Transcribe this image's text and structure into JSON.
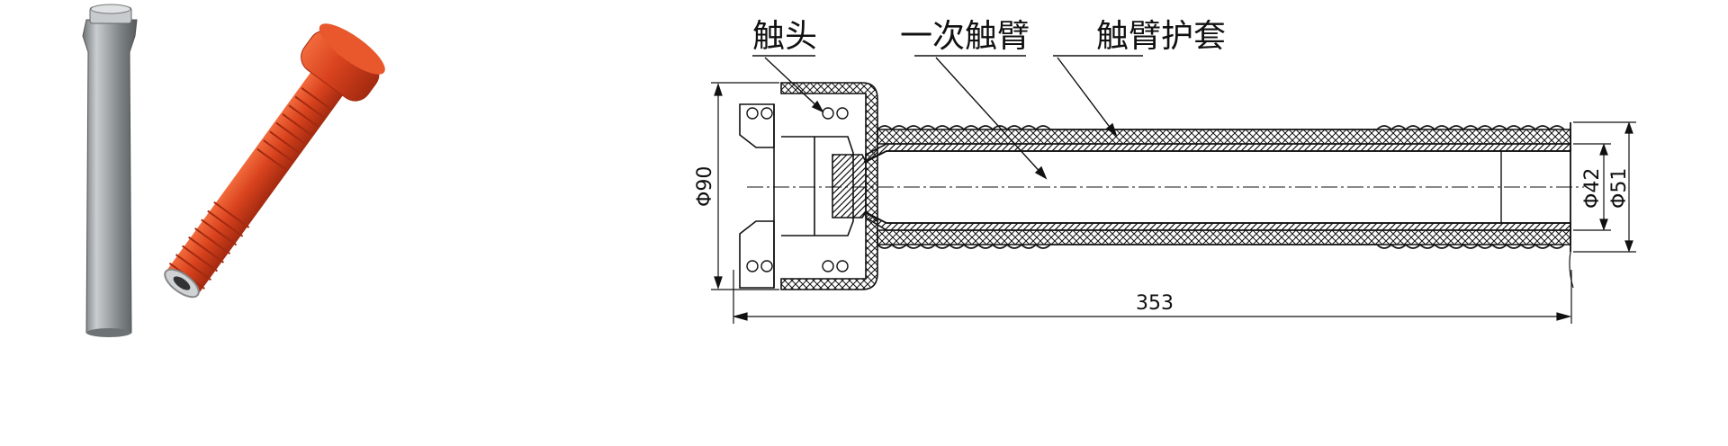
{
  "labels": {
    "contact": "触头",
    "primary_contact_arm": "一次触臂",
    "arm_sleeve": "触臂护套"
  },
  "dimensions": {
    "flange_diameter": "Φ90",
    "total_length": "353",
    "inner_diameter": "Φ42",
    "outer_diameter": "Φ51"
  },
  "colors": {
    "metal": "#9aa0a3",
    "insulation": "#d9431e",
    "line": "#111111"
  }
}
